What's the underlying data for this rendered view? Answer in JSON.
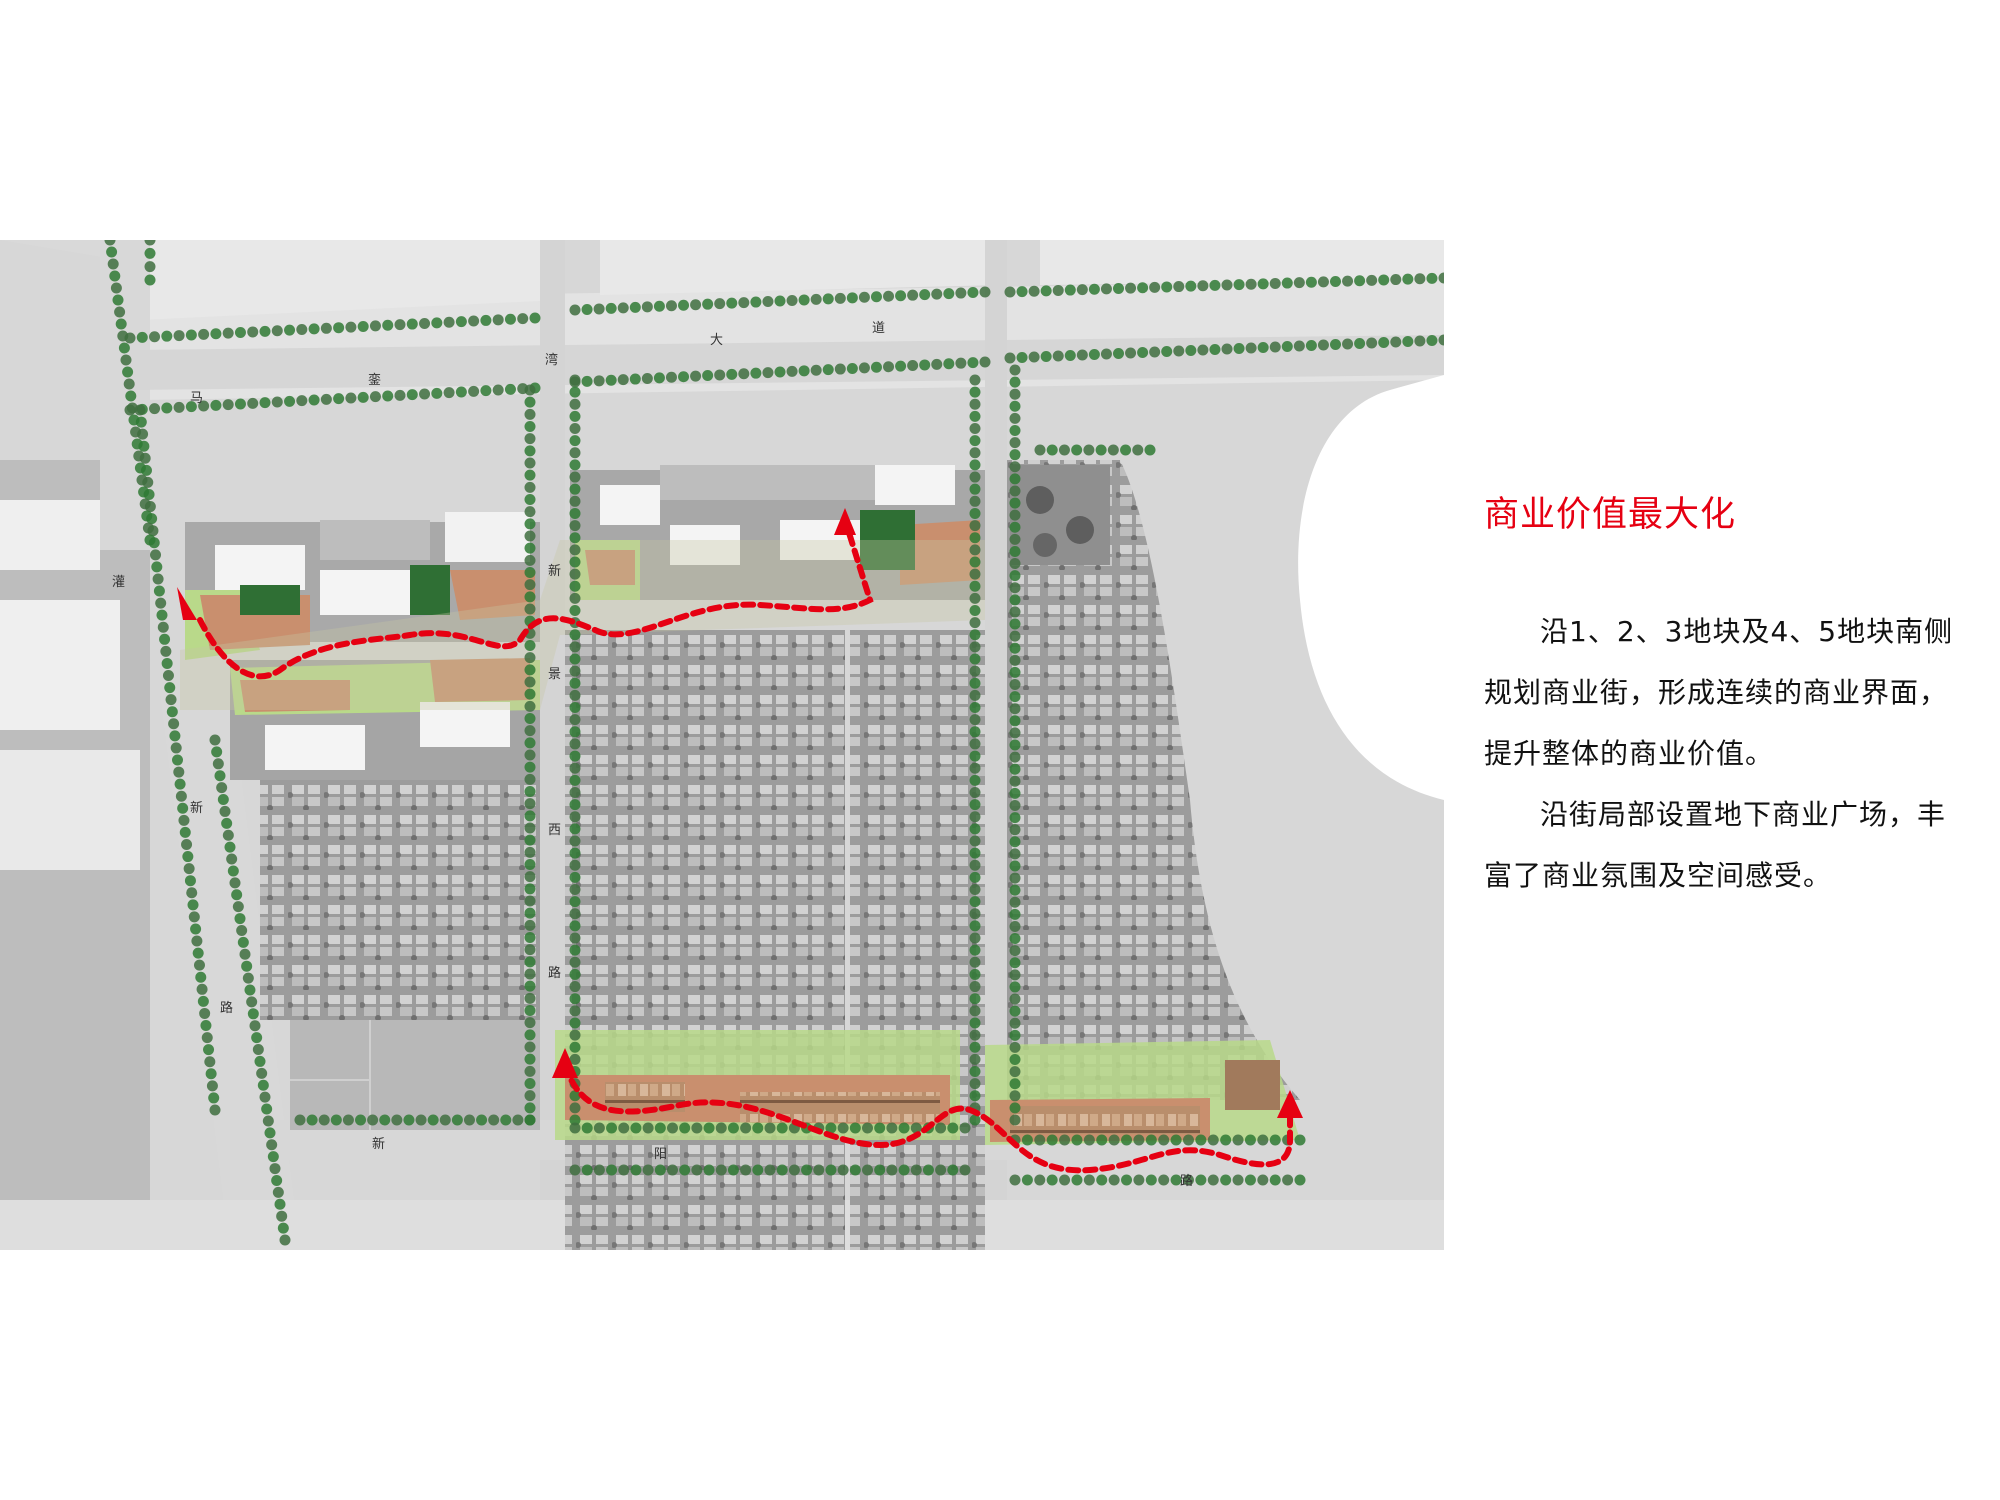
{
  "heading": "商业价值最大化",
  "paragraphs": [
    "沿1、2、3地块及4、5地块南侧规划商业街，形成连续的商业界面，提升整体的商业价值。",
    "沿街局部设置地下商业广场，丰富了商业氛围及空间感受。"
  ],
  "map": {
    "road_chars": {
      "north": [
        "马",
        "銮",
        "湾",
        "大",
        "道"
      ],
      "west": [
        "灌",
        "新",
        "路"
      ],
      "middle": [
        "新",
        "景",
        "西",
        "路"
      ],
      "south": [
        "新",
        "阳",
        "路"
      ]
    },
    "colors": {
      "road": "#d9d9d9",
      "block": "#a8a8a8",
      "building": "#f5f5f5",
      "tree": "#2f7a34",
      "commercial": "#c98f6e",
      "green": "#b9d98a",
      "route": "#e60012",
      "water": "#ffffff"
    },
    "icons": [
      "route-arrow-icon"
    ]
  }
}
